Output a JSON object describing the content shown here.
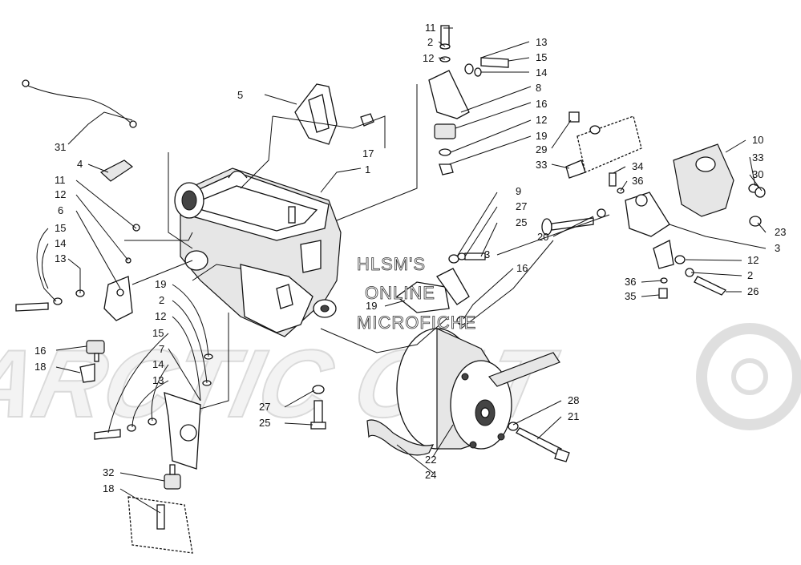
{
  "watermark": {
    "lines": [
      "HLSM'S",
      "ONLINE",
      "MICROFICHE"
    ],
    "logo_text": "ARCTIC CAT"
  },
  "callouts": [
    {
      "id": "c-11a",
      "text": "11"
    },
    {
      "id": "c-2a",
      "text": "2"
    },
    {
      "id": "c-12a",
      "text": "12"
    },
    {
      "id": "c-13a",
      "text": "13"
    },
    {
      "id": "c-15a",
      "text": "15"
    },
    {
      "id": "c-14a",
      "text": "14"
    },
    {
      "id": "c-8",
      "text": "8"
    },
    {
      "id": "c-16a",
      "text": "16"
    },
    {
      "id": "c-12b",
      "text": "12"
    },
    {
      "id": "c-19a",
      "text": "19"
    },
    {
      "id": "c-10",
      "text": "10"
    },
    {
      "id": "c-29",
      "text": "29"
    },
    {
      "id": "c-33a",
      "text": "33"
    },
    {
      "id": "c-33b",
      "text": "33"
    },
    {
      "id": "c-30",
      "text": "30"
    },
    {
      "id": "c-5",
      "text": "5"
    },
    {
      "id": "c-17",
      "text": "17"
    },
    {
      "id": "c-1",
      "text": "1"
    },
    {
      "id": "c-31",
      "text": "31"
    },
    {
      "id": "c-4",
      "text": "4"
    },
    {
      "id": "c-11b",
      "text": "11"
    },
    {
      "id": "c-12c",
      "text": "12"
    },
    {
      "id": "c-6",
      "text": "6"
    },
    {
      "id": "c-15b",
      "text": "15"
    },
    {
      "id": "c-14b",
      "text": "14"
    },
    {
      "id": "c-13b",
      "text": "13"
    },
    {
      "id": "c-9",
      "text": "9"
    },
    {
      "id": "c-27a",
      "text": "27"
    },
    {
      "id": "c-25a",
      "text": "25"
    },
    {
      "id": "c-20",
      "text": "20"
    },
    {
      "id": "c-3a",
      "text": "3"
    },
    {
      "id": "c-34",
      "text": "34"
    },
    {
      "id": "c-36a",
      "text": "36"
    },
    {
      "id": "c-23",
      "text": "23"
    },
    {
      "id": "c-3b",
      "text": "3"
    },
    {
      "id": "c-12d",
      "text": "12"
    },
    {
      "id": "c-2b",
      "text": "2"
    },
    {
      "id": "c-26",
      "text": "26"
    },
    {
      "id": "c-36b",
      "text": "36"
    },
    {
      "id": "c-35",
      "text": "35"
    },
    {
      "id": "c-16b",
      "text": "16"
    },
    {
      "id": "c-19b",
      "text": "19"
    },
    {
      "id": "c-19c",
      "text": "19"
    },
    {
      "id": "c-2c",
      "text": "2"
    },
    {
      "id": "c-12e",
      "text": "12"
    },
    {
      "id": "c-15c",
      "text": "15"
    },
    {
      "id": "c-7",
      "text": "7"
    },
    {
      "id": "c-14c",
      "text": "14"
    },
    {
      "id": "c-13c",
      "text": "13"
    },
    {
      "id": "c-16c",
      "text": "16"
    },
    {
      "id": "c-18a",
      "text": "18"
    },
    {
      "id": "c-27b",
      "text": "27"
    },
    {
      "id": "c-25b",
      "text": "25"
    },
    {
      "id": "c-28",
      "text": "28"
    },
    {
      "id": "c-21",
      "text": "21"
    },
    {
      "id": "c-22",
      "text": "22"
    },
    {
      "id": "c-24",
      "text": "24"
    },
    {
      "id": "c-32",
      "text": "32"
    },
    {
      "id": "c-18b",
      "text": "18"
    }
  ]
}
